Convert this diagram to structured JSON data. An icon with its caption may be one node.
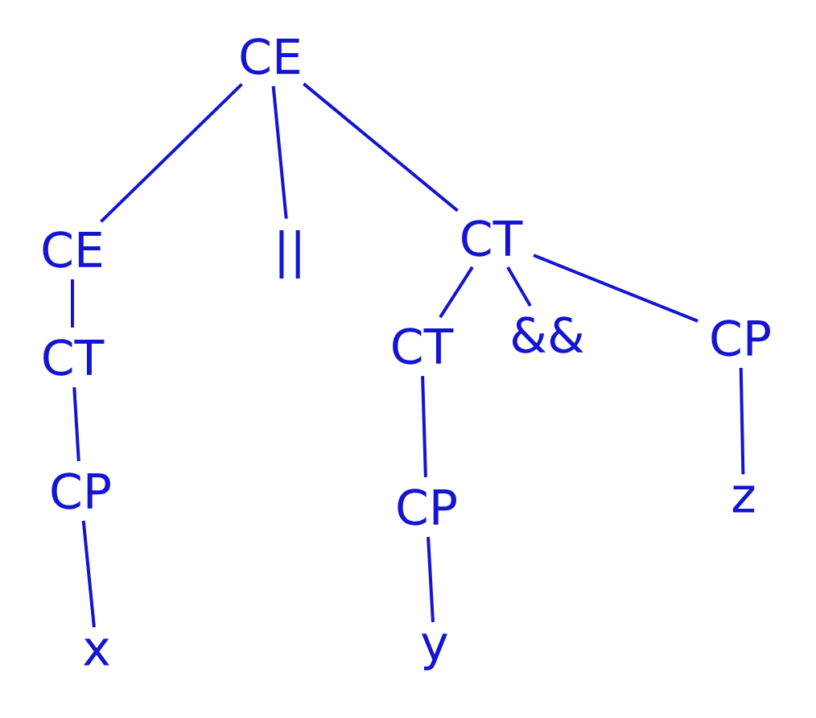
{
  "diagram": {
    "nodes": [
      {
        "text": [
          "CE"
        ]
      },
      {
        "text": [
          "CE"
        ]
      },
      {
        "text": [
          "||"
        ]
      },
      {
        "text": [
          "CT"
        ]
      },
      {
        "text": [
          "CT"
        ]
      },
      {
        "text": [
          "CT"
        ]
      },
      {
        "text": [
          "&&"
        ]
      },
      {
        "text": [
          "CP"
        ]
      },
      {
        "text": [
          "CP"
        ]
      },
      {
        "text": [
          "CP"
        ]
      },
      {
        "text": [
          "z"
        ]
      },
      {
        "text": [
          "x"
        ]
      },
      {
        "text": [
          "y"
        ]
      }
    ],
    "edges": [
      {
        "from": 0,
        "to": 1,
        "arrow": "none"
      },
      {
        "from": 0,
        "to": 2,
        "arrow": "none"
      },
      {
        "from": 0,
        "to": 3,
        "arrow": "none"
      },
      {
        "from": 1,
        "to": 4,
        "arrow": "none"
      },
      {
        "from": 4,
        "to": 8,
        "arrow": "none"
      },
      {
        "from": 8,
        "to": 11,
        "arrow": "none"
      },
      {
        "from": 3,
        "to": 5,
        "arrow": "none"
      },
      {
        "from": 3,
        "to": 6,
        "arrow": "none"
      },
      {
        "from": 3,
        "to": 7,
        "arrow": "none"
      },
      {
        "from": 5,
        "to": 9,
        "arrow": "none"
      },
      {
        "from": 9,
        "to": 12,
        "arrow": "none"
      },
      {
        "from": 7,
        "to": 10,
        "arrow": "none"
      }
    ]
  }
}
